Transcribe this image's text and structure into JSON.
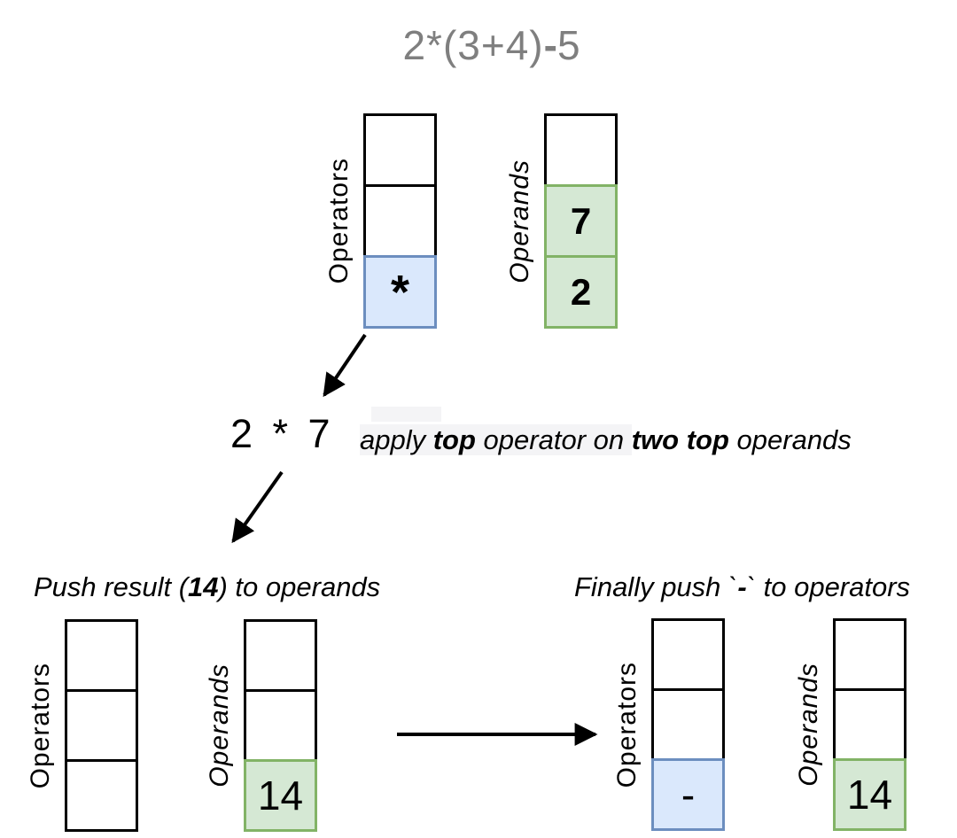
{
  "title": {
    "prefix": "2*(3+4)",
    "minus": "-",
    "suffix": "5"
  },
  "colors": {
    "operator_cell_fill": "#dae8fc",
    "operator_cell_border": "#6c8ebf",
    "operand_cell_fill": "#d5e8d4",
    "operand_cell_border": "#82b366",
    "title_color": "#7f7f7f",
    "highlight_bg": "#f4f4f6"
  },
  "stage1": {
    "operators_label": "Operators",
    "operands_label": "Operands",
    "operator_cell": "*",
    "operand_cell_top": "7",
    "operand_cell_bottom": "2"
  },
  "step": {
    "expression": "2 * 7",
    "caption": {
      "p1": "apply ",
      "p2": "top",
      "p3": " operator on ",
      "p4": "two top",
      "p5": " operands"
    }
  },
  "stage2": {
    "heading": {
      "p1": "Push result (",
      "bold": "14",
      "p2": ") to operands"
    },
    "operators_label": "Operators",
    "operands_label": "Operands",
    "operand_cell": "14"
  },
  "stage3": {
    "heading": {
      "p1": "Finally push `",
      "bold": "-",
      "p2": "` to operators"
    },
    "operators_label": "Operators",
    "operands_label": "Operands",
    "operator_cell": "-",
    "operand_cell": "14"
  }
}
